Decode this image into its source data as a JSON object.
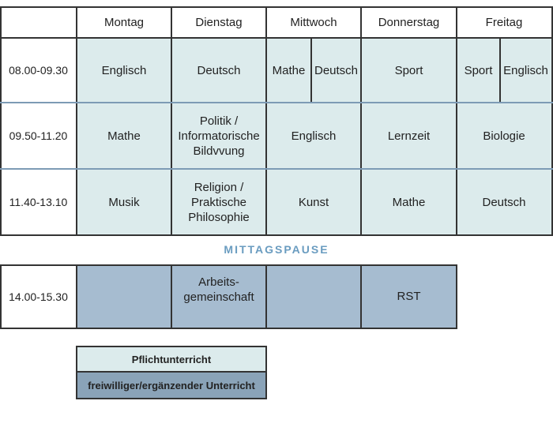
{
  "days": [
    "Montag",
    "Dienstag",
    "Mittwoch",
    "Donnerstag",
    "Freitag"
  ],
  "times": [
    "08.00-09.30",
    "09.50-11.20",
    "11.40-13.10",
    "14.00-15.30"
  ],
  "row1": {
    "montag": "Englisch",
    "dienstag": "Deutsch",
    "mittwoch_a": "Mathe",
    "mittwoch_b": "Deutsch",
    "donnerstag": "Sport",
    "freitag_a": "Sport",
    "freitag_b": "Englisch"
  },
  "row2": {
    "montag": "Mathe",
    "dienstag": "Politik / Informatorische Bildvvung",
    "mittwoch": "Englisch",
    "donnerstag": "Lernzeit",
    "freitag": "Biologie"
  },
  "row3": {
    "montag": "Musik",
    "dienstag": "Religion / Praktische Philosophie",
    "mittwoch": "Kunst",
    "donnerstag": "Mathe",
    "freitag": "Deutsch"
  },
  "pause_label": "MITTAGSPAUSE",
  "row4": {
    "montag": "",
    "dienstag": "Arbeits-\ngemeinschaft",
    "mittwoch": "",
    "donnerstag": "RST"
  },
  "legend": {
    "required": "Pflichtunterricht",
    "optional": "freiwilliger/ergänzender Unterricht"
  },
  "colors": {
    "required": "#dcebec",
    "optional": "#a6bcd0",
    "pause": "#6a9cc0"
  }
}
